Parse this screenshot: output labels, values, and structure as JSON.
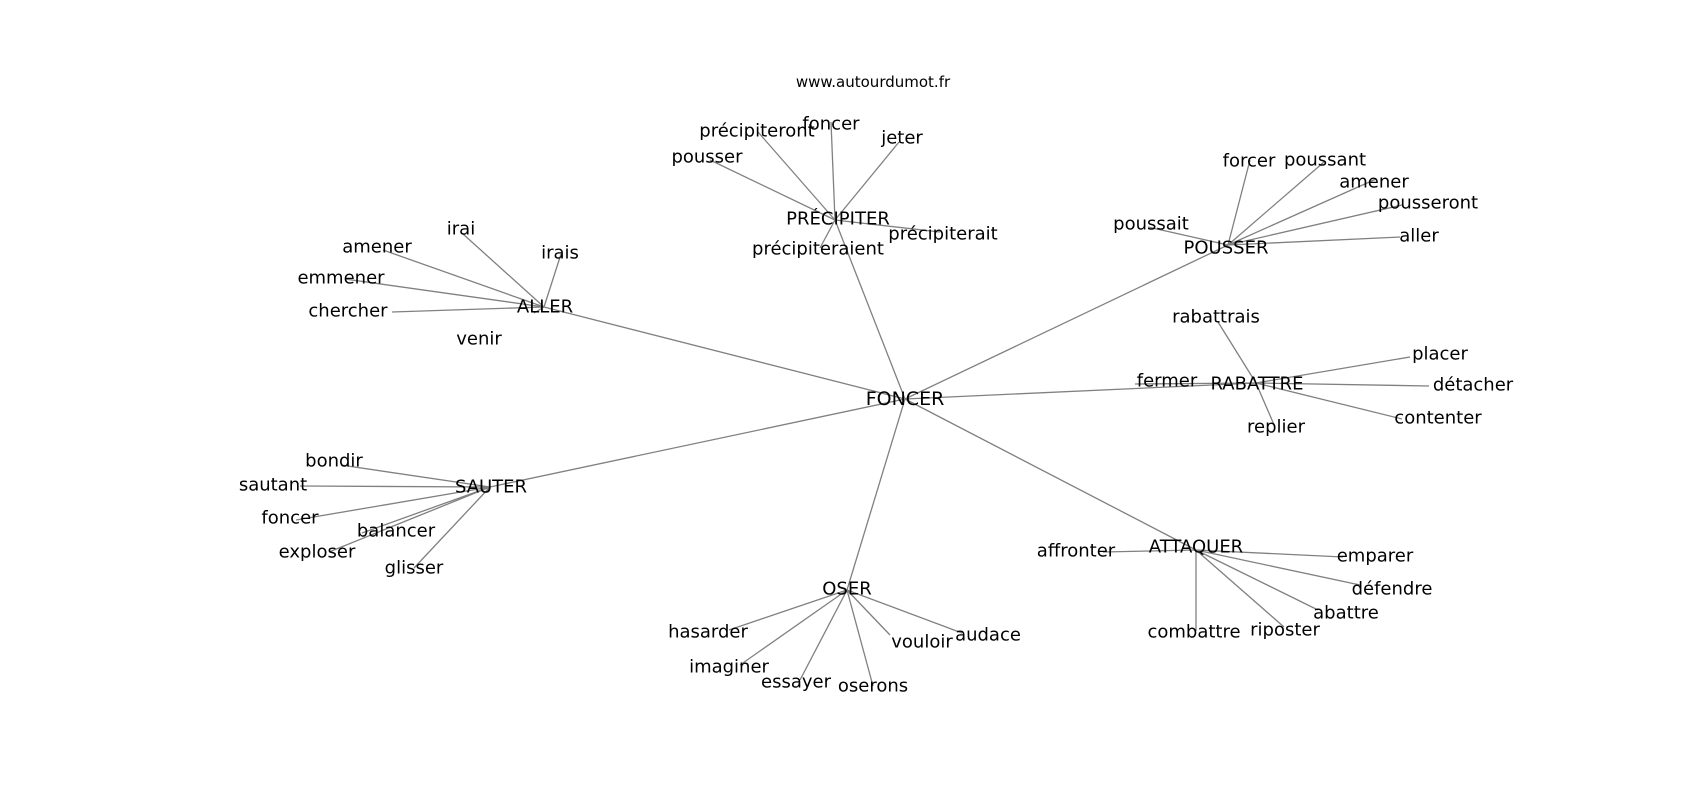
{
  "source_label": "www.autourdumot.fr",
  "center": "FONCER",
  "clusters": [
    {
      "hub": "PRÉCIPITER",
      "leaves": [
        "foncer",
        "précipiteront",
        "jeter",
        "pousser",
        "précipiterait",
        "précipiteraient"
      ]
    },
    {
      "hub": "POUSSER",
      "leaves": [
        "forcer",
        "poussant",
        "amener",
        "pousseront",
        "poussait",
        "aller"
      ]
    },
    {
      "hub": "ALLER",
      "leaves": [
        "irai",
        "amener",
        "irais",
        "emmener",
        "chercher",
        "venir"
      ]
    },
    {
      "hub": "RABATTRE",
      "leaves": [
        "rabattrais",
        "placer",
        "fermer",
        "détacher",
        "contenter",
        "replier"
      ]
    },
    {
      "hub": "SAUTER",
      "leaves": [
        "bondir",
        "sautant",
        "foncer",
        "balancer",
        "exploser",
        "glisser"
      ]
    },
    {
      "hub": "ATTAQUER",
      "leaves": [
        "affronter",
        "emparer",
        "défendre",
        "abattre",
        "combattre",
        "riposter"
      ]
    },
    {
      "hub": "OSER",
      "leaves": [
        "hasarder",
        "imaginer",
        "essayer",
        "oserons",
        "vouloir",
        "audace"
      ]
    }
  ]
}
